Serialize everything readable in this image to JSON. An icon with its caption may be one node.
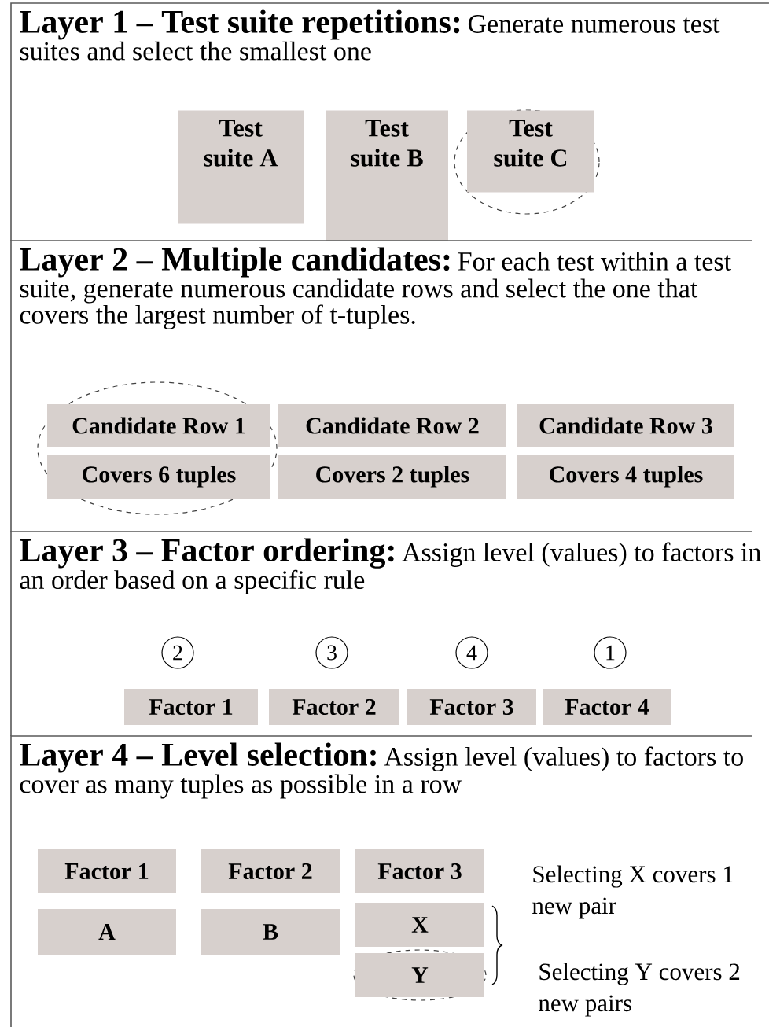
{
  "diagram": {
    "nodes": [
      {
        "text": [
          "Layer 1 – Test suite repetitions:",
          "Generate numerous test suites and select the smallest one"
        ]
      },
      {
        "text": [
          "Test suite A"
        ],
        "in": 0
      },
      {
        "text": [
          "Test suite B"
        ],
        "in": 0
      },
      {
        "text": [
          "Test suite C"
        ],
        "in": 0
      },
      {
        "text": [
          "Layer 2 – Multiple candidates:",
          "For each test within a test suite, generate numerous candidate rows and select the one that covers the largest number of t-tuples."
        ]
      },
      {
        "text": [
          "Candidate Row 1"
        ],
        "in": 4
      },
      {
        "text": [
          "Candidate Row 2"
        ],
        "in": 4
      },
      {
        "text": [
          "Candidate Row 3"
        ],
        "in": 4
      },
      {
        "text": [
          "Covers 6 tuples"
        ],
        "in": 4
      },
      {
        "text": [
          "Covers 2 tuples"
        ],
        "in": 4
      },
      {
        "text": [
          "Covers 4 tuples"
        ],
        "in": 4
      },
      {
        "text": [
          "Layer 3 – Factor ordering:",
          "Assign level (values) to factors in an order based on a specific rule"
        ]
      },
      {
        "text": [
          "2"
        ],
        "in": 11
      },
      {
        "text": [
          "3"
        ],
        "in": 11
      },
      {
        "text": [
          "4"
        ],
        "in": 11
      },
      {
        "text": [
          "1"
        ],
        "in": 11
      },
      {
        "text": [
          "Factor 1"
        ],
        "in": 11
      },
      {
        "text": [
          "Factor 2"
        ],
        "in": 11
      },
      {
        "text": [
          "Factor 3"
        ],
        "in": 11
      },
      {
        "text": [
          "Factor 4"
        ],
        "in": 11
      },
      {
        "text": [
          "Layer 4 – Level selection:",
          "Assign level (values) to factors to cover as many tuples as possible in a row"
        ]
      },
      {
        "text": [
          "Factor 1"
        ],
        "in": 20
      },
      {
        "text": [
          "Factor 2"
        ],
        "in": 20
      },
      {
        "text": [
          "Factor 3"
        ],
        "in": 20
      },
      {
        "text": [
          "A"
        ],
        "in": 20
      },
      {
        "text": [
          "B"
        ],
        "in": 20
      },
      {
        "text": [
          "X"
        ],
        "in": 20
      },
      {
        "text": [
          "Y"
        ],
        "in": 20
      }
    ],
    "labels": [
      "Selecting X covers 1 new pair",
      "Selecting Y covers 2 new pairs"
    ]
  }
}
